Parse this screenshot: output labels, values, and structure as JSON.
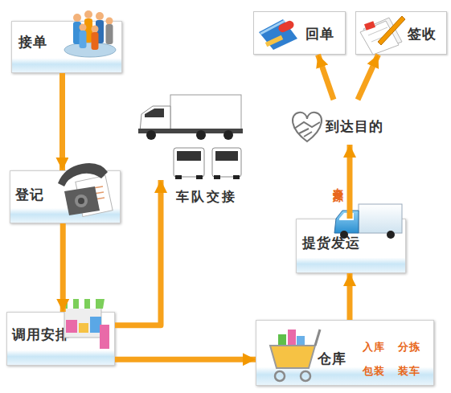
{
  "diagram": {
    "nodes": [
      {
        "text": [
          "接单"
        ]
      },
      {
        "text": [
          "登记"
        ]
      },
      {
        "text": [
          "调用安排"
        ]
      },
      {
        "text": [
          "车队交接"
        ]
      },
      {
        "text": [
          "仓库",
          "入库",
          "分拣",
          "包装",
          "装车"
        ]
      },
      {
        "text": [
          "提货发运"
        ]
      },
      {
        "text": [
          "到达目的"
        ]
      },
      {
        "text": [
          "回单"
        ]
      },
      {
        "text": [
          "签收"
        ]
      }
    ],
    "edges": [
      {
        "from": 0,
        "to": 1,
        "arrow": "to"
      },
      {
        "from": 1,
        "to": 2,
        "arrow": "to"
      },
      {
        "from": 2,
        "to": 3,
        "arrow": "to"
      },
      {
        "from": 2,
        "to": 4,
        "arrow": "to"
      },
      {
        "from": 4,
        "to": 5,
        "arrow": "to"
      },
      {
        "from": 5,
        "to": 6,
        "label": "在途追踪",
        "arrow": "to"
      },
      {
        "from": 6,
        "to": 7,
        "arrow": "to"
      },
      {
        "from": 6,
        "to": 8,
        "arrow": "to"
      }
    ]
  }
}
